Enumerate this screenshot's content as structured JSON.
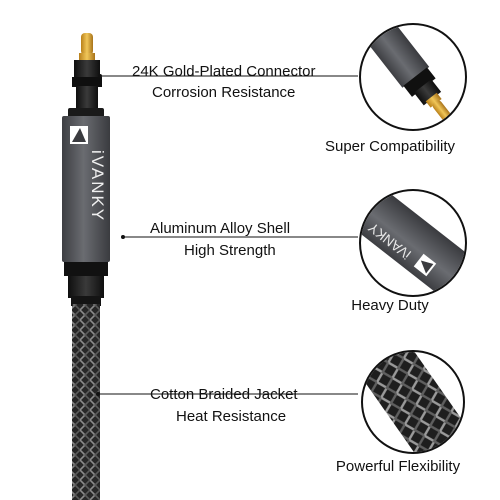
{
  "brand": {
    "logo_text": "iVANKY"
  },
  "features": [
    {
      "line1": "24K Gold-Plated Connector",
      "line2": "Corrosion Resistance",
      "caption": "Super Compatibility",
      "icon": "gold-connector-closeup-icon"
    },
    {
      "line1": "Aluminum Alloy Shell",
      "line2": "High Strength",
      "caption": "Heavy Duty",
      "icon": "aluminum-shell-closeup-icon"
    },
    {
      "line1": "Cotton Braided Jacket",
      "line2": "Heat Resistance",
      "caption": "Powerful Flexibility",
      "icon": "braided-jacket-closeup-icon"
    }
  ],
  "colors": {
    "shell": "#5b5d62",
    "shell_dark": "#3a3b3f",
    "connector_black": "#1a1a1a",
    "gold": "#d8a531",
    "braid_dark": "#2a2a2a",
    "braid_light": "#8a8a8a",
    "leader_line": "#111111"
  }
}
